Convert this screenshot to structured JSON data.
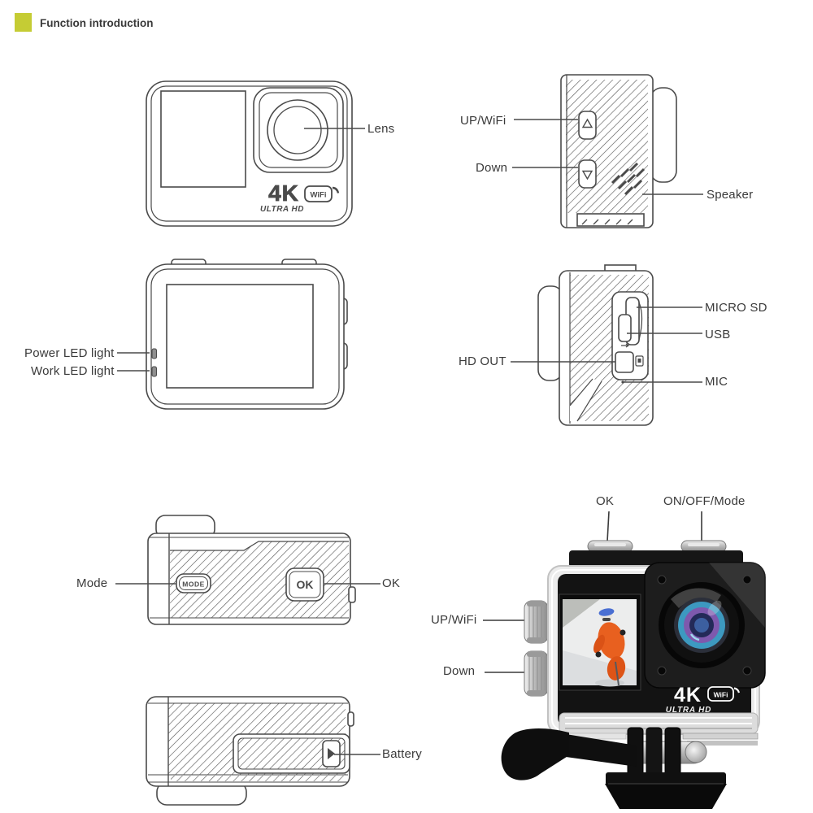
{
  "header": {
    "title": "Function introduction",
    "accent_color": "#c5cc34"
  },
  "front_view": {
    "lens_label": "Lens",
    "logo_4k": "4K",
    "logo_ultra_hd": "ULTRA HD",
    "logo_wifi": "WiFi"
  },
  "top_side_view": {
    "up_wifi_label": "UP/WiFi",
    "down_label": "Down",
    "speaker_label": "Speaker"
  },
  "back_view": {
    "power_led_label": "Power LED light",
    "work_led_label": "Work LED light"
  },
  "port_side_view": {
    "micro_sd_label": "MICRO SD",
    "usb_label": "USB",
    "hd_out_label": "HD OUT",
    "mic_label": "MIC"
  },
  "top_face_view": {
    "mode_label": "Mode",
    "ok_label": "OK",
    "mode_button_text": "MODE",
    "ok_button_text": "OK"
  },
  "bottom_view": {
    "battery_label": "Battery"
  },
  "photo_view": {
    "ok_label": "OK",
    "on_off_mode_label": "ON/OFF/Mode",
    "up_wifi_label": "UP/WiFi",
    "down_label": "Down",
    "logo_4k": "4K",
    "logo_ultra_hd": "ULTRA HD",
    "logo_wifi": "WiFi"
  },
  "colors": {
    "line_art": "#4a4a4a",
    "label_text": "#3a3a3a",
    "accent_square": "#c5cc34",
    "lens_ring_teal": "#44a8cd",
    "lens_ring_purple": "#7e59ad",
    "skier_suit_orange": "#e8601f"
  }
}
